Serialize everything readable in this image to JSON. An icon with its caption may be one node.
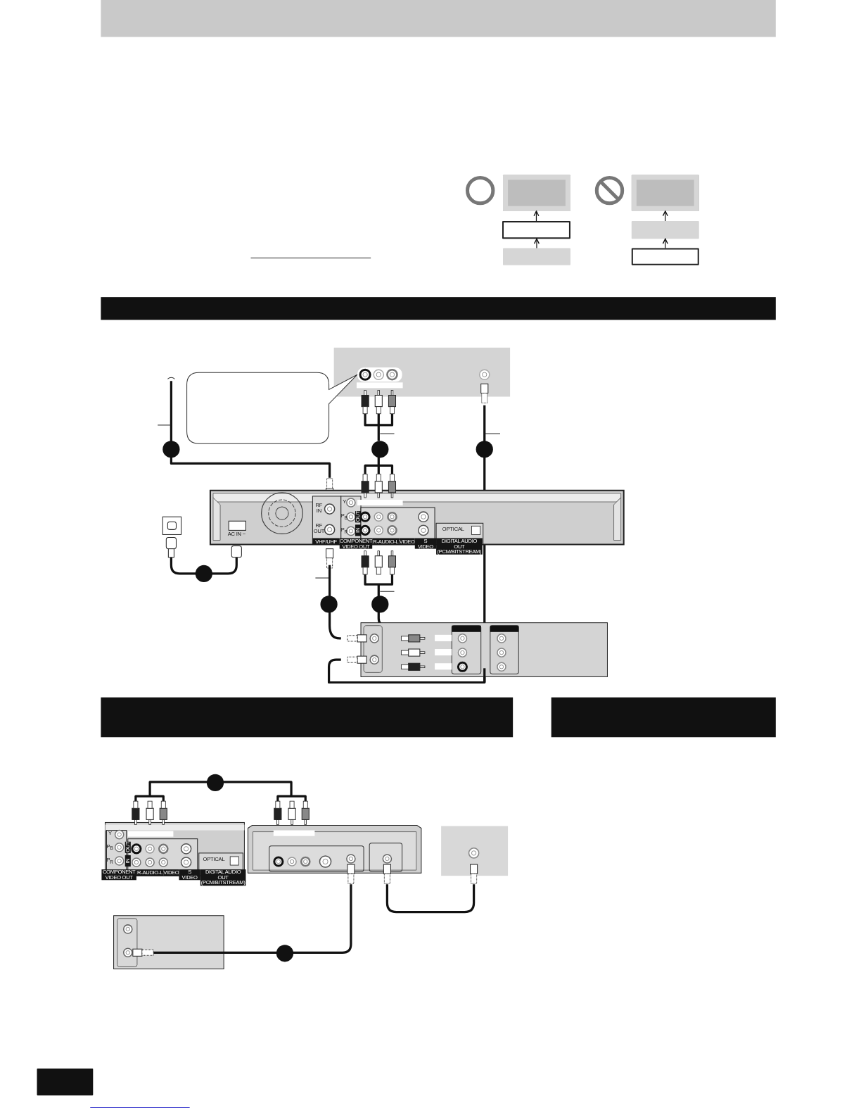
{
  "diagram": {
    "nodes": [
      {
        "text": [],
        "shape": "box"
      },
      {
        "text": [],
        "shape": "box"
      },
      {
        "text": [],
        "shape": "box"
      },
      {
        "text": [],
        "shape": "box"
      },
      {
        "text": [],
        "shape": "box"
      },
      {
        "text": [],
        "shape": "box"
      },
      {
        "text": [],
        "shape": "bar"
      },
      {
        "text": [],
        "shape": "bar"
      },
      {
        "text": [],
        "shape": "bar"
      },
      {
        "text": [],
        "shape": "bar"
      },
      {
        "text": [],
        "shape": "box"
      }
    ],
    "edges": [
      {
        "from": 1,
        "to": 0,
        "arrow": "to"
      },
      {
        "from": 2,
        "to": 1,
        "arrow": "to"
      },
      {
        "from": 4,
        "to": 3,
        "arrow": "to"
      },
      {
        "from": 5,
        "to": 4,
        "arrow": "to"
      }
    ],
    "labels": [
      "RF IN",
      "RF OUT",
      "Y",
      "P$_{B}$",
      "P$_{R}$",
      "OUT",
      "IN",
      "AC IN ~",
      "OPTICAL",
      "VHF/UHF",
      "COMPONENT VIDEO OUT",
      "R-AUDIO-L",
      "VIDEO",
      "S VIDEO",
      "DIGITAL AUDIO OUT (PCM/BITSTREAM)",
      "Y",
      "P$_{B}$",
      "P$_{R}$",
      "OUT",
      "IN",
      "OPTICAL",
      "COMPONENT VIDEO OUT",
      "R-AUDIO-L",
      "VIDEO",
      "S VIDEO",
      "DIGITAL AUDIO OUT (PCM/BITSTREAM)"
    ]
  }
}
